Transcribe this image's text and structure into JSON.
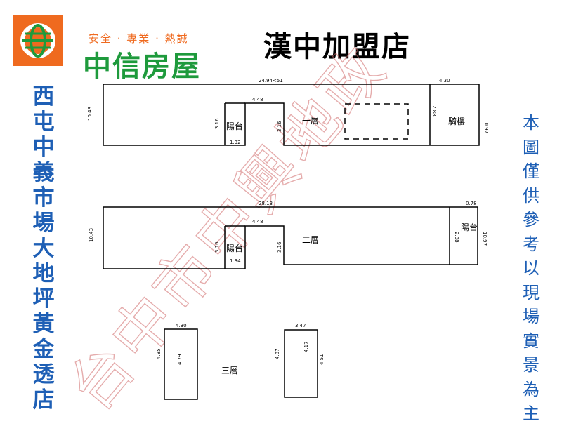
{
  "header": {
    "slogan": "安全 · 專業 · 熱誠",
    "brand": "中信房屋",
    "store_name": "漢中加盟店"
  },
  "side_left": "西屯中義市場大地坪黃金透店",
  "side_right": "本圖僅供參考以現場實景為主",
  "watermark": "台中市中興地政",
  "floor1": {
    "title": "一層",
    "balcony_left": "陽台",
    "balcony_right": "騎樓",
    "dim_top": "24.94<51",
    "dim_top_right": "4.30",
    "dim_left": "10.43",
    "dim_notch": "4.48",
    "dim_notch_left": "3.16",
    "dim_notch_right": "3.16",
    "dim_bottom": "1.32",
    "dim_right": "10.97",
    "dim_inner": "2.88"
  },
  "floor2": {
    "title": "二層",
    "balcony_left": "陽台",
    "balcony_right": "陽台",
    "dim_top": "28.13",
    "dim_top_right": "0.78",
    "dim_left": "10.43",
    "dim_notch": "4.48",
    "dim_notch_left": "3.16",
    "dim_notch_right": "3.16",
    "dim_bottom": "1.34",
    "dim_right": "10.97",
    "dim_inner": "2.88"
  },
  "floor3": {
    "title": "三層",
    "dim_a_top": "4.30",
    "dim_a_left": "4.85",
    "dim_a_right": "4.79",
    "dim_b_top": "3.47",
    "dim_b_left": "4.87",
    "dim_b_mid": "4.17",
    "dim_b_right": "4.51"
  }
}
